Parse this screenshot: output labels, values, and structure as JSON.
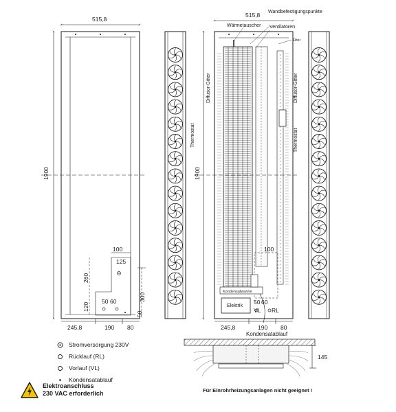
{
  "dimensions": {
    "width_overall_left": "515,8",
    "width_overall_right": "515,8",
    "height_left": "1900",
    "height_right": "1900",
    "bottom_left_segment": "245,8",
    "bottom_mid_segment": "190",
    "bottom_right_segment": "80",
    "bottom_left_segment_r": "245,8",
    "bottom_mid_segment_r": "190",
    "bottom_right_segment_r": "80",
    "conn_width_100": "100",
    "conn_width_100_r": "100",
    "conn_offset_125": "125",
    "conn_height_260": "260",
    "conn_height_120": "120",
    "conn_height_300": "300",
    "conn_height_50": "50",
    "pipe_spacing_50": "50",
    "pipe_spacing_60": "60",
    "pipe_spacing_50_r": "50",
    "pipe_spacing_60_r": "60",
    "side_depth": "145"
  },
  "labels": {
    "wall_mount_points": "Wandbefestigungspunkte",
    "heat_exchanger": "Wärmetauscher",
    "fans": "Ventilatoren",
    "filter": "Filter",
    "diffuser_grille_left": "Diffusor-Gitter",
    "diffuser_grille_right": "Diffusor-Gitter",
    "thermostat_left": "Thermostat",
    "thermostat_right": "Thermostat",
    "condensate_tray": "Kondensatwanne",
    "electrics": "Elektrik",
    "vl": "VL",
    "rl": "RL",
    "condensate_drain": "Kondensatablauf"
  },
  "legend": [
    {
      "symbol": "power-supply-symbol",
      "text": "Stromversorgung 230V"
    },
    {
      "symbol": "circle-symbol",
      "text": "Rücklauf (RL)"
    },
    {
      "symbol": "circle-symbol",
      "text": "Vorlauf (VL)"
    },
    {
      "symbol": "dot-symbol",
      "text": "Kondensatablauf"
    }
  ],
  "warning": {
    "line1": "Elektroanschluss",
    "line2": "230 VAC erforderlich",
    "icon": "electrical-hazard-icon",
    "color": "#f5c400"
  },
  "note": "Für Einrohrheizungsanlagen nicht geeignet !"
}
